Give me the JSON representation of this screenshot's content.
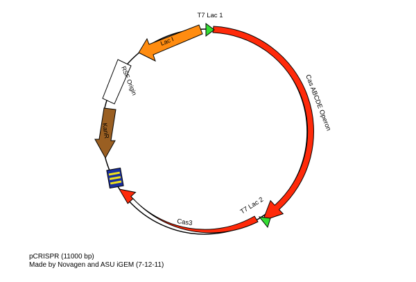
{
  "plasmid": {
    "name": "pCRISPR (11000 bp)",
    "credit": "Made by Novagen and ASU iGEM (7-12-11)"
  },
  "features": [
    {
      "id": "t7-lac-1",
      "label": "T7 Lac 1",
      "type": "promoter",
      "color": "#33dd33"
    },
    {
      "id": "cas-abcde",
      "label": "Cas ABCDE Operon",
      "type": "gene",
      "color": "#ff2a0a"
    },
    {
      "id": "t7-lac-2",
      "label": "T7 Lac 2",
      "type": "promoter",
      "color": "#33dd33"
    },
    {
      "id": "cas3",
      "label": "Cas3",
      "type": "gene",
      "color": "#ff2a0a"
    },
    {
      "id": "crispr-array",
      "label": "",
      "type": "repeat-array",
      "color": "#1a2f9e",
      "accent": "#f2e21a"
    },
    {
      "id": "kanr",
      "label": "KanR",
      "type": "gene",
      "color": "#9a5f22"
    },
    {
      "id": "rsf-origin",
      "label": "RSF Origin",
      "type": "origin",
      "color": "#ffffff"
    },
    {
      "id": "lac-i",
      "label": "Lac I",
      "type": "gene",
      "color": "#ff8c10"
    }
  ]
}
